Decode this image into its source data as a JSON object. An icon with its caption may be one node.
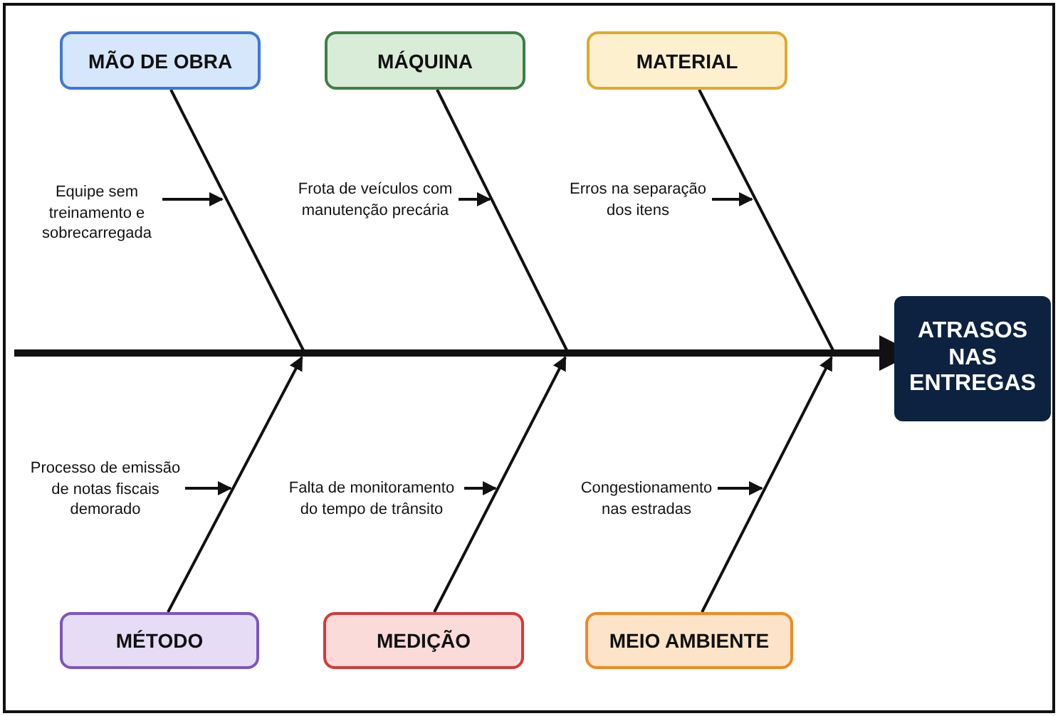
{
  "diagram": {
    "nodes": [
      {
        "text": [
          "MÃO DE OBRA"
        ]
      },
      {
        "text": [
          "MÁQUINA"
        ]
      },
      {
        "text": [
          "MATERIAL"
        ]
      },
      {
        "text": [
          "ATRASOS NAS ENTREGAS"
        ]
      },
      {
        "text": [
          "MÉTODO"
        ]
      },
      {
        "text": [
          "MEDIÇÃO"
        ]
      },
      {
        "text": [
          "MEIO AMBIENTE"
        ]
      },
      {
        "text": [
          "Equipe sem treinamento e sobrecarregada"
        ]
      },
      {
        "text": [
          "Frota de veículos com manutenção precária"
        ]
      },
      {
        "text": [
          "Erros na separação dos itens"
        ]
      },
      {
        "text": [
          "Processo de emissão de notas fiscais demorado"
        ]
      },
      {
        "text": [
          "Falta de monitoramento do tempo de trânsito"
        ]
      },
      {
        "text": [
          "Congestionamento nas estradas"
        ]
      }
    ],
    "edges": [
      {
        "from": null,
        "to": 3,
        "arrow": "to",
        "style": "thick"
      },
      {
        "from": 0,
        "to": null,
        "arrow": "none"
      },
      {
        "from": 1,
        "to": null,
        "arrow": "none"
      },
      {
        "from": 2,
        "to": null,
        "arrow": "none"
      },
      {
        "from": 4,
        "to": null,
        "arrow": "to"
      },
      {
        "from": 5,
        "to": null,
        "arrow": "to"
      },
      {
        "from": 6,
        "to": null,
        "arrow": "to"
      },
      {
        "from": 7,
        "to": null,
        "arrow": "to"
      },
      {
        "from": 8,
        "to": null,
        "arrow": "to"
      },
      {
        "from": 9,
        "to": null,
        "arrow": "to"
      },
      {
        "from": 10,
        "to": null,
        "arrow": "to"
      },
      {
        "from": 11,
        "to": null,
        "arrow": "to"
      },
      {
        "from": 12,
        "to": null,
        "arrow": "to"
      }
    ]
  }
}
